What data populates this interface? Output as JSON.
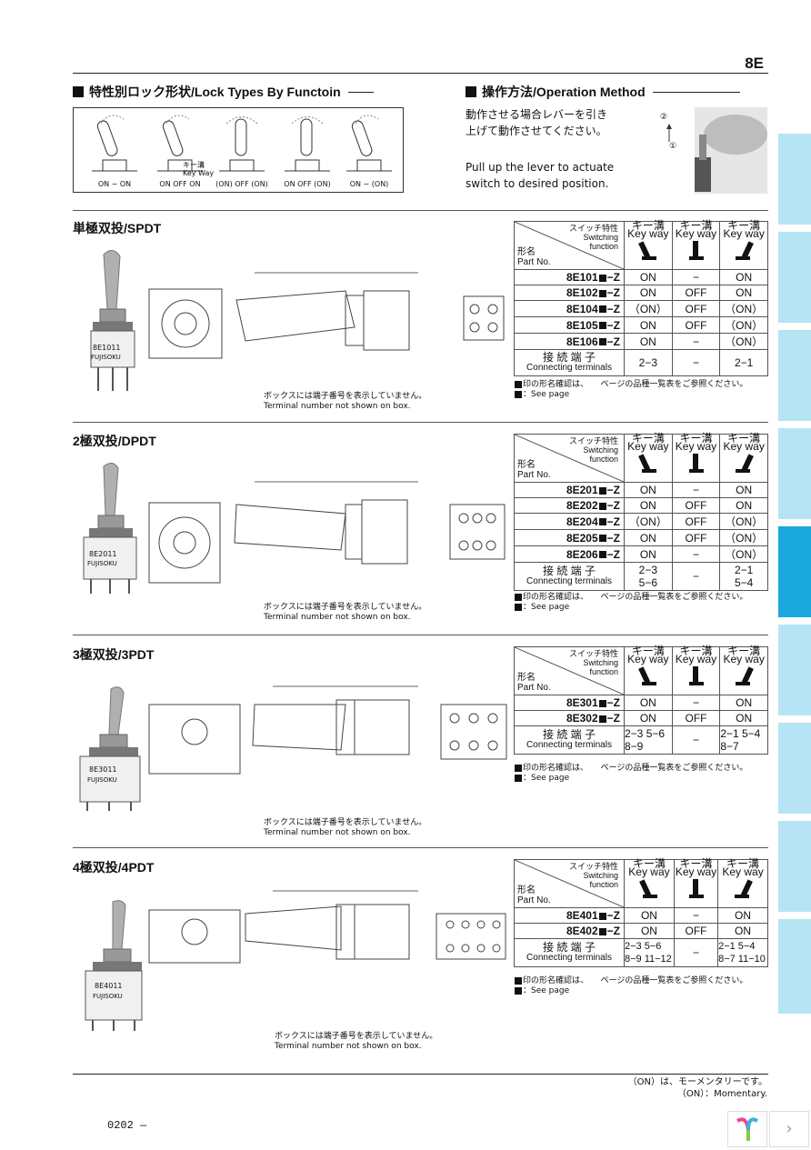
{
  "series": "8E",
  "lock_section": {
    "title": "特性別ロック形状/Lock Types By Functoin",
    "key_label_jp": "キー溝",
    "key_label_en": "Key Way",
    "captions": [
      "ON − ON",
      "ON OFF ON",
      "(ON) OFF (ON)",
      "ON OFF (ON)",
      "ON − (ON)"
    ]
  },
  "operation": {
    "title": "操作方法/Operation Method",
    "jp_line1": "動作させる場合レバーを引き",
    "jp_line2": "上げて動作させてください。",
    "en_line1": "Pull up the lever to actuate",
    "en_line2": "switch to desired position.",
    "step1": "①",
    "step2": "②"
  },
  "table_header": {
    "switching_jp": "スイッチ特性",
    "switching_en1": "Switching",
    "switching_en2": "function",
    "partno_jp": "形名",
    "partno_en": "Part No.",
    "keyway_jp": "キー溝",
    "keyway_en": "Key way",
    "conn_jp": "接 続 端 子",
    "conn_en": "Connecting terminals"
  },
  "box_note_jp": "ボックスには端子番号を表示していません。",
  "box_note_en": "Terminal number not shown on box.",
  "see_note_jp": "印の形名確認は、　　ページの品種一覧表をご参照ください。",
  "see_note_en": "：See page",
  "groups": [
    {
      "title": "単極双投/SPDT",
      "photo_label": "8E1011",
      "brand": "FUJISOKU",
      "rows": [
        {
          "pre": "8E101",
          "post": "−Z",
          "c": [
            "ON",
            "−",
            "ON"
          ]
        },
        {
          "pre": "8E102",
          "post": "−Z",
          "c": [
            "ON",
            "OFF",
            "ON"
          ]
        },
        {
          "pre": "8E104",
          "post": "−Z",
          "c": [
            "（ON）",
            "OFF",
            "（ON）"
          ]
        },
        {
          "pre": "8E105",
          "post": "−Z",
          "c": [
            "ON",
            "OFF",
            "（ON）"
          ]
        },
        {
          "pre": "8E106",
          "post": "−Z",
          "c": [
            "ON",
            "−",
            "（ON）"
          ]
        }
      ],
      "terminals": [
        "2−3",
        "−",
        "2−1"
      ]
    },
    {
      "title": "2極双投/DPDT",
      "photo_label": "8E2011",
      "brand": "FUJISOKU",
      "rows": [
        {
          "pre": "8E201",
          "post": "−Z",
          "c": [
            "ON",
            "−",
            "ON"
          ]
        },
        {
          "pre": "8E202",
          "post": "−Z",
          "c": [
            "ON",
            "OFF",
            "ON"
          ]
        },
        {
          "pre": "8E204",
          "post": "−Z",
          "c": [
            "（ON）",
            "OFF",
            "（ON）"
          ]
        },
        {
          "pre": "8E205",
          "post": "−Z",
          "c": [
            "ON",
            "OFF",
            "（ON）"
          ]
        },
        {
          "pre": "8E206",
          "post": "−Z",
          "c": [
            "ON",
            "−",
            "（ON）"
          ]
        }
      ],
      "terminals": [
        "2−3\n5−6",
        "−",
        "2−1\n5−4"
      ]
    },
    {
      "title": "3極双投/3PDT",
      "photo_label": "8E3011",
      "brand": "FUJISOKU",
      "rows": [
        {
          "pre": "8E301",
          "post": "−Z",
          "c": [
            "ON",
            "−",
            "ON"
          ]
        },
        {
          "pre": "8E302",
          "post": "−Z",
          "c": [
            "ON",
            "OFF",
            "ON"
          ]
        }
      ],
      "terminals": [
        "2−3 5−6\n8−9",
        "−",
        "2−1 5−4\n8−7"
      ]
    },
    {
      "title": "4極双投/4PDT",
      "photo_label": "8E4011",
      "brand": "FUJISOKU",
      "rows": [
        {
          "pre": "8E401",
          "post": "−Z",
          "c": [
            "ON",
            "−",
            "ON"
          ]
        },
        {
          "pre": "8E402",
          "post": "−Z",
          "c": [
            "ON",
            "OFF",
            "ON"
          ]
        }
      ],
      "terminals": [
        "2−3 5−6\n8−9 11−12",
        "−",
        "2−1 5−4\n8−7 11−10"
      ]
    }
  ],
  "footer": {
    "jp": "（ON）は、モーメンタリーです。",
    "en": "（ON）：Momentary."
  },
  "page_number": "0202 —",
  "colors": {
    "tab": "#b7e4f5",
    "tab_active": "#1aa7dc"
  }
}
